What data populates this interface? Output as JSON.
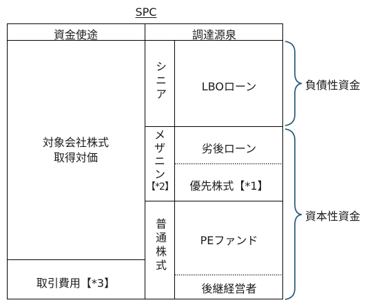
{
  "title": "SPC",
  "header": {
    "uses": "資金使途",
    "sources": "調達源泉"
  },
  "uses": {
    "acquisition": [
      "対象会社株式",
      "取得対価"
    ],
    "fees": "取引費用【*3】"
  },
  "sources": {
    "senior": {
      "label": "シニア",
      "item": "LBOローン"
    },
    "mezzanine": {
      "label": [
        "メ",
        "ザ",
        "ニ",
        "ン",
        "【*2】"
      ],
      "items": [
        "劣後ローン",
        "優先株式【*1】"
      ]
    },
    "common": {
      "label": "普通株式",
      "items": [
        "PEファンド",
        "後継経営者"
      ]
    }
  },
  "brackets": {
    "debt": "負債性資金",
    "equity": "資本性資金"
  },
  "colors": {
    "line": "#000000",
    "bracket": "#2e5f80",
    "text": "#1a1a1a"
  }
}
